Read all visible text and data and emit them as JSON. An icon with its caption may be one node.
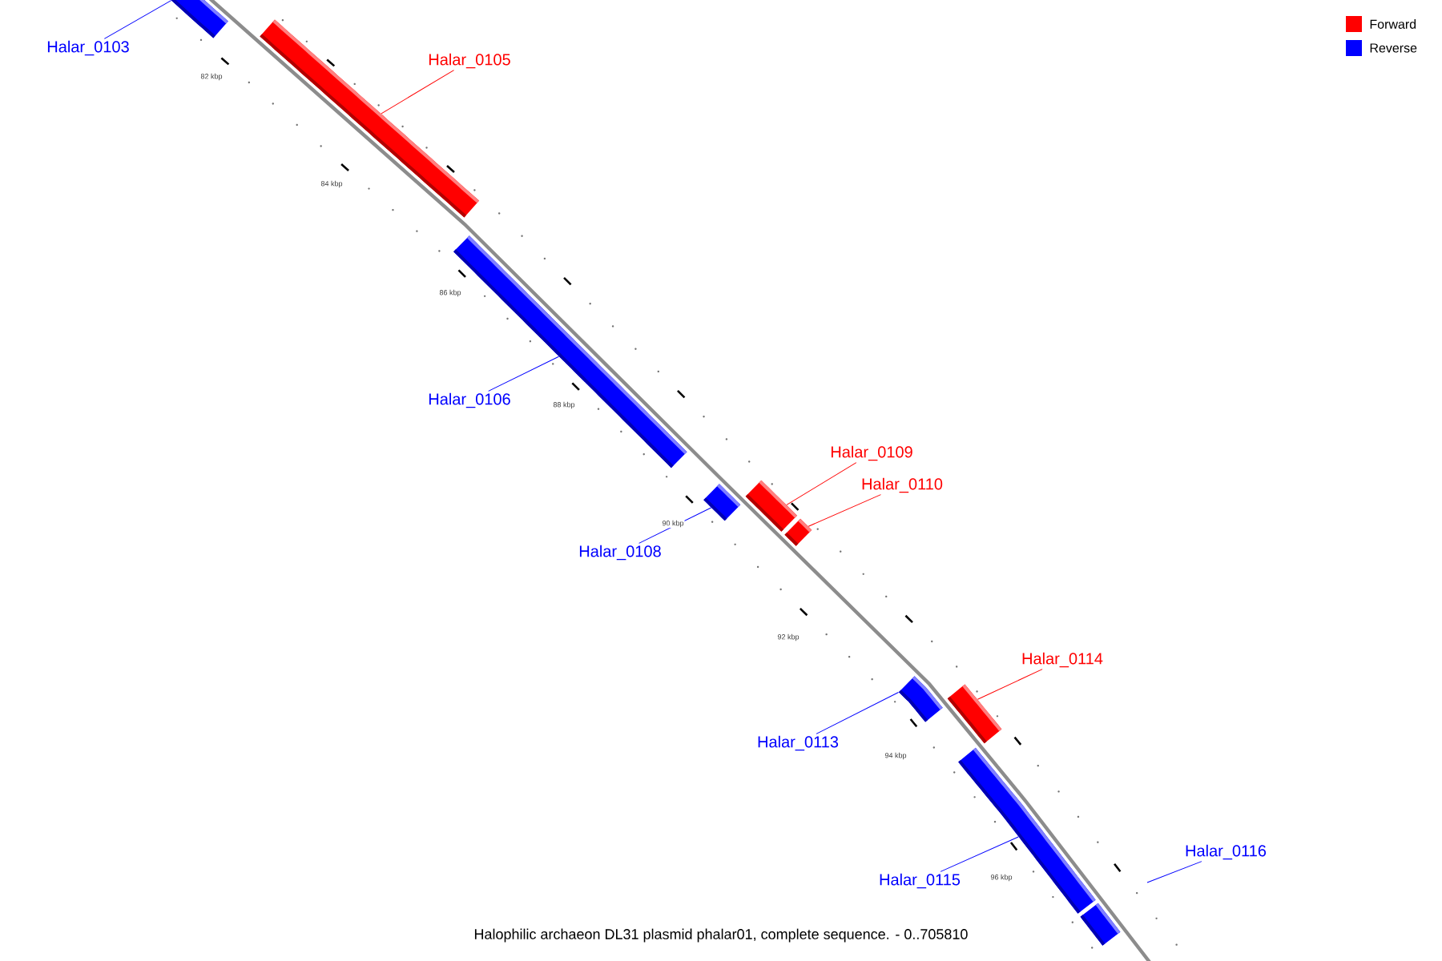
{
  "diagram": {
    "caption": "Halophilic archaeon DL31 plasmid phalar01, complete sequence. - 0..705810",
    "nodes": [
      {
        "text": [
          "Halar_0103"
        ]
      },
      {
        "text": [],
        "shape": "bar"
      },
      {
        "text": [
          "Halar_0105"
        ]
      },
      {
        "text": [],
        "shape": "bar"
      },
      {
        "text": [
          "Halar_0106"
        ]
      },
      {
        "text": [],
        "shape": "bar"
      },
      {
        "text": [
          "Halar_0108"
        ]
      },
      {
        "text": [],
        "shape": "bar"
      },
      {
        "text": [
          "Halar_0109"
        ]
      },
      {
        "text": [],
        "shape": "bar"
      },
      {
        "text": [
          "Halar_0110"
        ]
      },
      {
        "text": [],
        "shape": "bar"
      },
      {
        "text": [
          "Halar_0113"
        ]
      },
      {
        "text": [],
        "shape": "bar"
      },
      {
        "text": [
          "Halar_0114"
        ]
      },
      {
        "text": [],
        "shape": "bar"
      },
      {
        "text": [
          "Halar_0115"
        ]
      },
      {
        "text": [],
        "shape": "bar"
      },
      {
        "text": [
          "Halar_0116"
        ]
      },
      {
        "text": [],
        "shape": "bar"
      }
    ],
    "edges": [
      {
        "from": 0,
        "to": 1,
        "arrow": "none",
        "color": "#0000ff"
      },
      {
        "from": 2,
        "to": 3,
        "arrow": "none",
        "color": "#ff0000"
      },
      {
        "from": 4,
        "to": 5,
        "arrow": "none",
        "color": "#0000ff"
      },
      {
        "from": 6,
        "to": 7,
        "arrow": "none",
        "color": "#0000ff"
      },
      {
        "from": 8,
        "to": 9,
        "arrow": "none",
        "color": "#ff0000"
      },
      {
        "from": 10,
        "to": 11,
        "arrow": "none",
        "color": "#ff0000"
      },
      {
        "from": 12,
        "to": 13,
        "arrow": "none",
        "color": "#0000ff"
      },
      {
        "from": 14,
        "to": 15,
        "arrow": "none",
        "color": "#ff0000"
      },
      {
        "from": 16,
        "to": 17,
        "arrow": "none",
        "color": "#0000ff"
      },
      {
        "from": 18,
        "to": null,
        "arrow": "none",
        "color": "#0000ff"
      }
    ],
    "labels": [
      "82 kbp",
      "84 kbp",
      "86 kbp",
      "88 kbp",
      "90 kbp",
      "92 kbp",
      "94 kbp",
      "96 kbp"
    ],
    "legend": [
      {
        "text": "Forward",
        "color": "#ff0000"
      },
      {
        "text": "Reverse",
        "color": "#0000ff"
      }
    ]
  }
}
